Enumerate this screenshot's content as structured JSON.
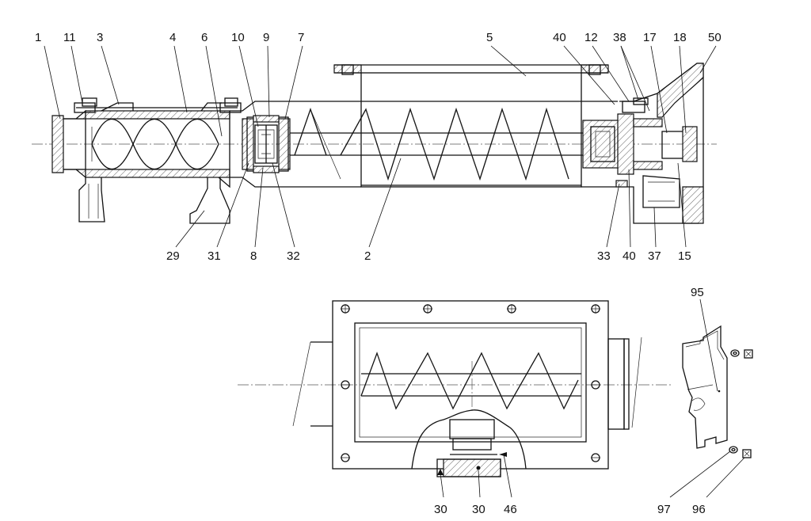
{
  "top_view": {
    "labels": [
      "1",
      "11",
      "3",
      "4",
      "6",
      "10",
      "9",
      "7",
      "5",
      "40",
      "12",
      "38",
      "17",
      "18",
      "50",
      "29",
      "31",
      "8",
      "32",
      "2",
      "33",
      "40",
      "37",
      "15"
    ]
  },
  "bottom_view": {
    "labels": [
      "30",
      "30",
      "46"
    ]
  },
  "bracket_view": {
    "labels": [
      "95",
      "97",
      "96"
    ]
  }
}
